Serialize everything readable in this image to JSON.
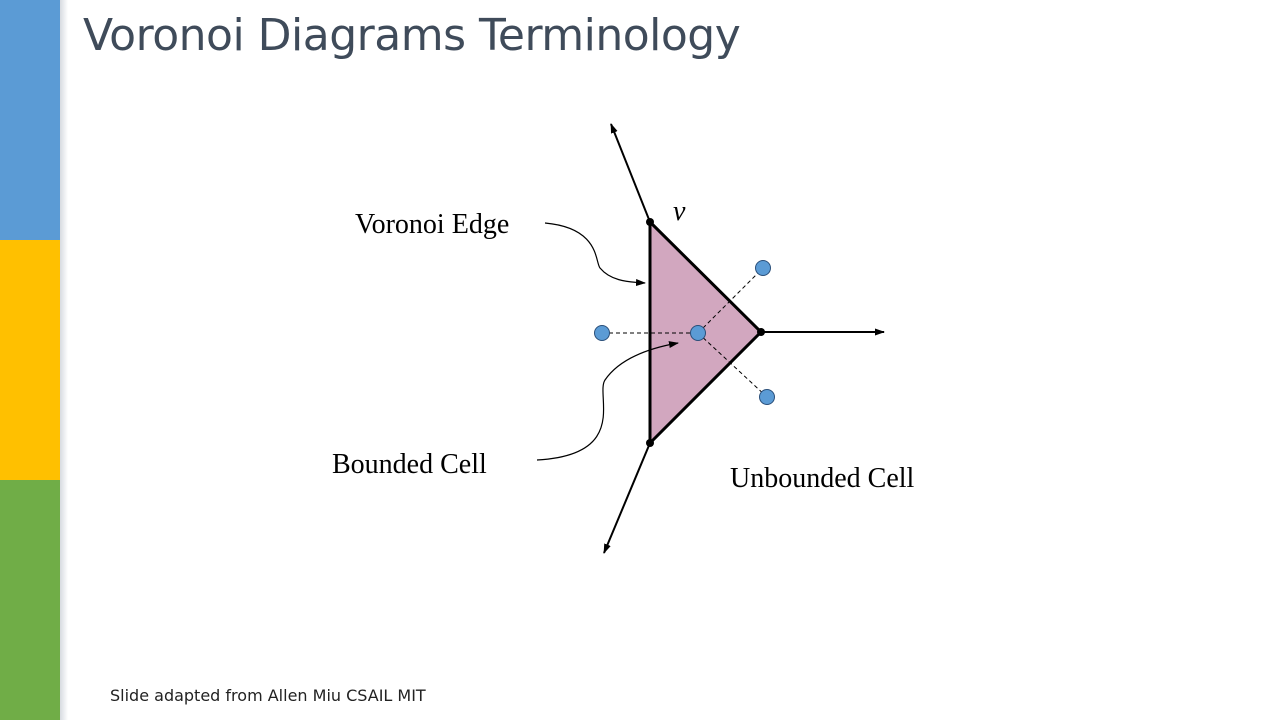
{
  "slide": {
    "title": "Voronoi Diagrams Terminology",
    "footer": "Slide adapted from Allen Miu CSAIL MIT"
  },
  "theme": {
    "sidebar_colors": [
      "#5b9bd5",
      "#ffc000",
      "#70ad47"
    ],
    "title_color": "#3f4b5a",
    "cell_fill": "#d2a7bf",
    "site_fill": "#5b9bd5"
  },
  "diagram": {
    "labels": {
      "voronoi_edge": "Voronoi Edge",
      "vertex": "v",
      "bounded_cell": "Bounded Cell",
      "unbounded_cell": "Unbounded Cell"
    }
  }
}
